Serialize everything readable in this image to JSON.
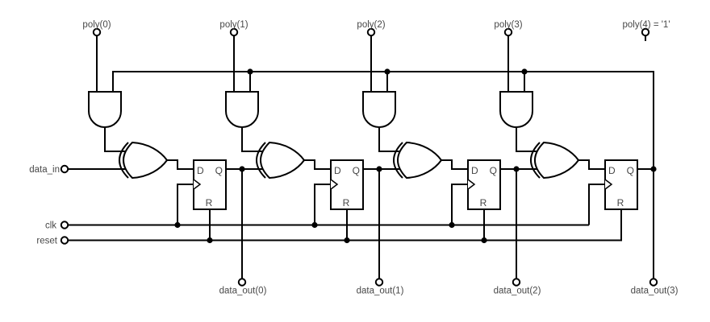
{
  "diagram": {
    "background": "#ffffff",
    "wire_color": "#000000",
    "label_color": "#474747",
    "gate_fill": "#ffffff",
    "stage_count": 4,
    "poly_inputs": [
      "poly(0)",
      "poly(1)",
      "poly(2)",
      "poly(3)",
      "poly(4) = '1'"
    ],
    "signal_inputs": {
      "data_in": "data_in",
      "clk": "clk",
      "reset": "reset"
    },
    "data_outputs": [
      "data_out(0)",
      "data_out(1)",
      "data_out(2)",
      "data_out(3)"
    ],
    "flipflop_pins": {
      "data": "D",
      "output": "Q",
      "reset": "R"
    }
  }
}
